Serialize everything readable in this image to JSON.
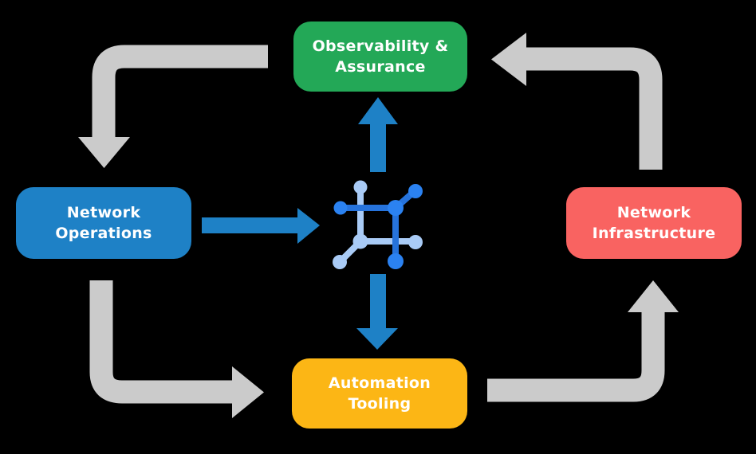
{
  "diagram": {
    "nodes": [
      {
        "id": "observability-assurance",
        "label": "Observability &\nAssurance",
        "color": "#23A857"
      },
      {
        "id": "network-operations",
        "label": "Network\nOperations",
        "color": "#1E81C6"
      },
      {
        "id": "network-infrastructure",
        "label": "Network\nInfrastructure",
        "color": "#F96361"
      },
      {
        "id": "automation-tooling",
        "label": "Automation\nTooling",
        "color": "#FCB615"
      }
    ],
    "center_icon": "network-mesh-icon",
    "edges": [
      {
        "from": "observability-assurance",
        "to": "network-operations",
        "style": "gray-elbow"
      },
      {
        "from": "network-operations",
        "to": "automation-tooling",
        "style": "gray-elbow"
      },
      {
        "from": "automation-tooling",
        "to": "network-infrastructure",
        "style": "gray-elbow"
      },
      {
        "from": "network-infrastructure",
        "to": "observability-assurance",
        "style": "gray-elbow"
      },
      {
        "from": "network-operations",
        "to": "center-icon",
        "style": "blue-straight"
      },
      {
        "from": "center-icon",
        "to": "observability-assurance",
        "style": "blue-straight"
      },
      {
        "from": "center-icon",
        "to": "automation-tooling",
        "style": "blue-straight"
      }
    ],
    "colors": {
      "background": "#000000",
      "arrow_gray": "#CBCBCB",
      "arrow_blue": "#1E81C6",
      "icon_dark_blue": "#2673DC",
      "icon_bright_blue": "#2B82F1",
      "icon_light_blue": "#A9CBF6",
      "text": "#FFFFFF"
    }
  }
}
